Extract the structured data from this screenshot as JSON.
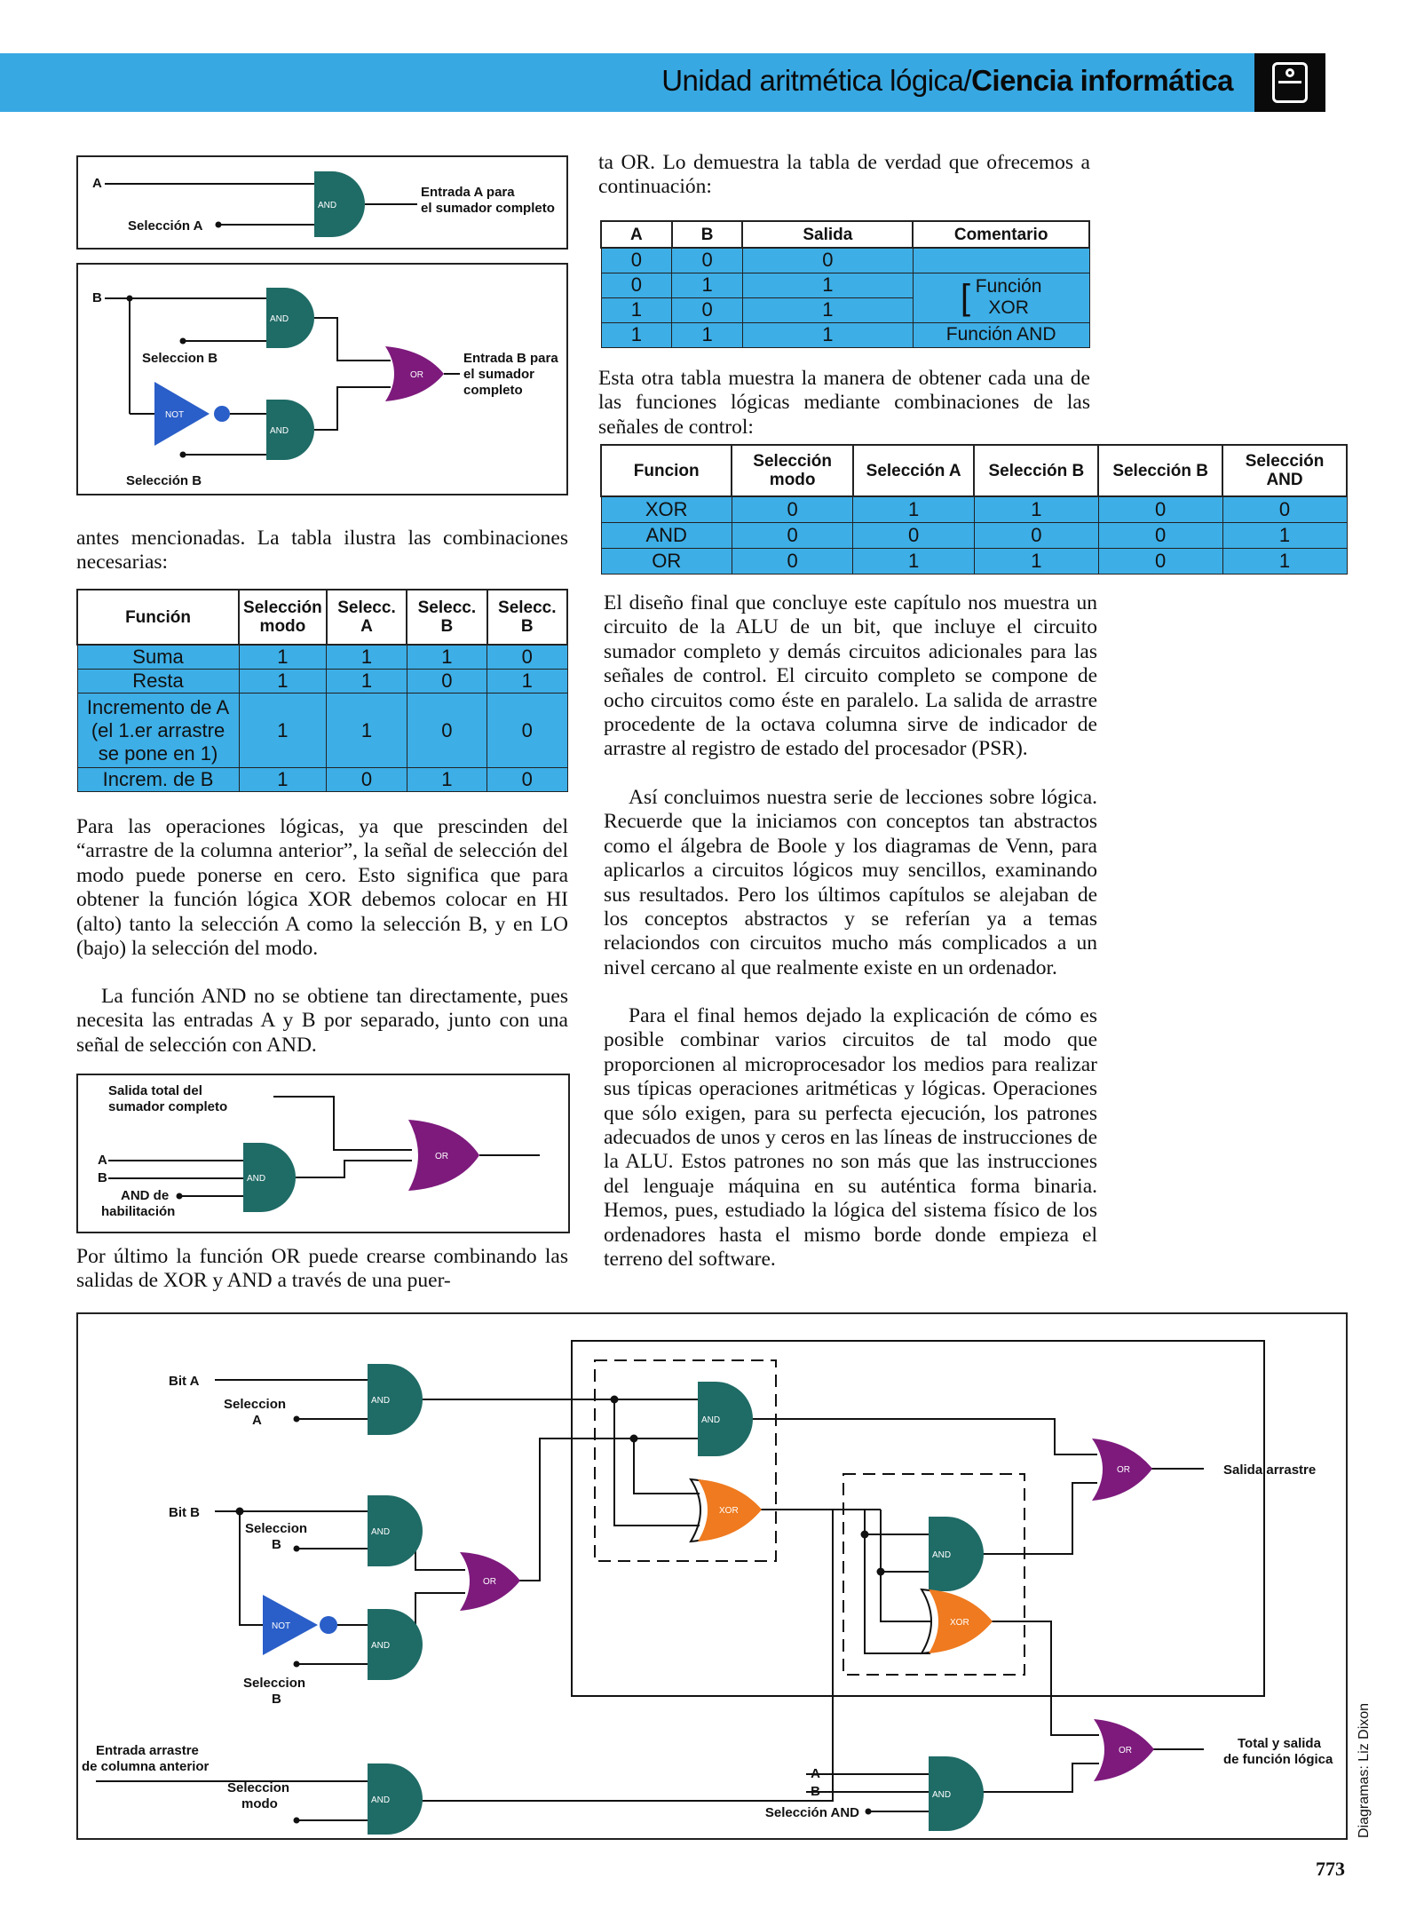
{
  "header": {
    "title_regular": "Unidad aritmética lógica/",
    "title_bold": "Ciencia informática"
  },
  "diagram_a": {
    "input": "A",
    "select": "Selección A",
    "gate": "AND",
    "output_line1": "Entrada A para",
    "output_line2": "el sumador completo"
  },
  "diagram_b": {
    "input": "B",
    "select_top": "Seleccion B",
    "select_bottom": "Selección B",
    "gate_and": "AND",
    "gate_not": "NOT",
    "gate_or": "OR",
    "output_line1": "Entrada B para",
    "output_line2": "el sumador",
    "output_line3": "completo"
  },
  "text": {
    "col1_p1": "antes mencionadas. La tabla ilustra las combinaciones necesarias:",
    "col1_p2": "Para las operaciones lógicas, ya que prescinden del “arrastre de la columna anterior”, la señal de selección del modo puede ponerse en cero. Esto significa que para obtener la función lógica XOR debemos colocar en HI (alto) tanto la selección A como la selección B, y en LO (bajo) la selección del modo.",
    "col1_p3": "La función AND no se obtiene tan directamente, pues necesita las entradas A y B por separado, junto con una señal de selección con AND.",
    "col1_p4": "Por último la función OR puede crearse combinando las salidas de XOR y AND a través de una puer-",
    "col2_p1": "ta OR. Lo demuestra la tabla de verdad que ofrecemos a continuación:",
    "col2_p2": "Esta otra tabla muestra la manera de obtener cada una de las funciones lógicas mediante combinaciones de las señales de control:",
    "col2_p3": "El diseño final que concluye este capítulo nos muestra un circuito de la ALU de un bit, que incluye el circuito sumador completo y demás circuitos adicionales para las señales de control. El circuito completo se compone de ocho circuitos como éste en paralelo. La salida de arrastre procedente de la octava columna sirve de indicador de arrastre al registro de estado del procesador (PSR).",
    "col2_p4": "Así concluimos nuestra serie de lecciones sobre lógica. Recuerde que la iniciamos con conceptos tan abstractos como el álgebra de Boole y los diagramas de Venn, para aplicarlos a circuitos lógicos muy sencillos, examinando sus resultados. Pero los últimos capítulos se alejaban de los conceptos abstractos y se referían ya a temas relaciondos con circuitos mucho más complicados a un nivel cercano al que realmente existe en un ordenador.",
    "col2_p5": "Para el final hemos dejado la explicación de cómo es posible combinar varios circuitos de tal modo que proporcionen al microprocesador los medios para realizar sus típicas operaciones aritméticas y lógicas. Operaciones que sólo exigen, para su perfecta ejecución, los patrones adecuados de unos y ceros en las líneas de instrucciones de la ALU. Estos patrones no son más que las instrucciones del lenguaje máquina en su auténtica forma binaria. Hemos, pues, estudiado la lógica del sistema físico de los ordenadores hasta el mismo borde donde empieza el terreno del software."
  },
  "table_arith": {
    "headers": [
      "Función",
      "Selección modo",
      "Selecc. A",
      "Selecc. B",
      "Selecc. B"
    ],
    "rows": [
      {
        "label": "Suma",
        "values": [
          "1",
          "1",
          "1",
          "0"
        ]
      },
      {
        "label": "Resta",
        "values": [
          "1",
          "1",
          "0",
          "1"
        ]
      },
      {
        "label": "Incremento de A (el 1.er arrastre se pone en 1)",
        "values": [
          "1",
          "1",
          "0",
          "0"
        ]
      },
      {
        "label": "Increm. de B",
        "values": [
          "1",
          "0",
          "1",
          "0"
        ]
      }
    ]
  },
  "table_truth": {
    "headers": [
      "A",
      "B",
      "Salida",
      "Comentario"
    ],
    "rows": [
      [
        "0",
        "0",
        "0"
      ],
      [
        "0",
        "1",
        "1"
      ],
      [
        "1",
        "0",
        "1"
      ],
      [
        "1",
        "1",
        "1"
      ]
    ],
    "comment_xor_1": "Función",
    "comment_xor_2": "XOR",
    "comment_and": "Función AND"
  },
  "table_logic": {
    "headers": [
      "Funcion",
      "Selección modo",
      "Selección A",
      "Selección B",
      "Selección B",
      "Selección AND"
    ],
    "rows": [
      {
        "label": "XOR",
        "values": [
          "0",
          "1",
          "1",
          "0",
          "0"
        ]
      },
      {
        "label": "AND",
        "values": [
          "0",
          "0",
          "0",
          "0",
          "1"
        ]
      },
      {
        "label": "OR",
        "values": [
          "0",
          "1",
          "1",
          "0",
          "1"
        ]
      }
    ]
  },
  "diagram_c": {
    "top_label_1": "Salida total del",
    "top_label_2": "sumador completo",
    "in_a": "A",
    "in_b": "B",
    "enable_1": "AND de",
    "enable_2": "habilitación",
    "gate_and": "AND",
    "gate_or": "OR"
  },
  "diagram_main": {
    "bit_a": "Bit A",
    "sel_a_1": "Seleccion",
    "sel_a_2": "A",
    "bit_b": "Bit B",
    "sel_b_1": "Seleccion",
    "sel_b_2": "B",
    "sel_b2_1": "Seleccion",
    "sel_b2_2": "B",
    "carry_in_1": "Entrada arrastre",
    "carry_in_2": "de columna anterior",
    "sel_mode_1": "Seleccion",
    "sel_mode_2": "modo",
    "in_a": "A",
    "in_b": "B",
    "sel_and": "Selección AND",
    "out_carry": "Salida arrastre",
    "out_total_1": "Total y salida",
    "out_total_2": "de función lógica",
    "gate_and": "AND",
    "gate_or": "OR",
    "gate_xor": "XOR",
    "gate_not": "NOT"
  },
  "footer": {
    "credit": "Diagramas: Liz Dixon",
    "page": "773"
  },
  "colors": {
    "header_blue": "#38a8e2",
    "table_blue": "#3daee6",
    "and_gate": "#1f6b66",
    "or_gate": "#7d1a7c",
    "xor_gate": "#ef7a1f",
    "not_gate": "#2a5ec8"
  }
}
